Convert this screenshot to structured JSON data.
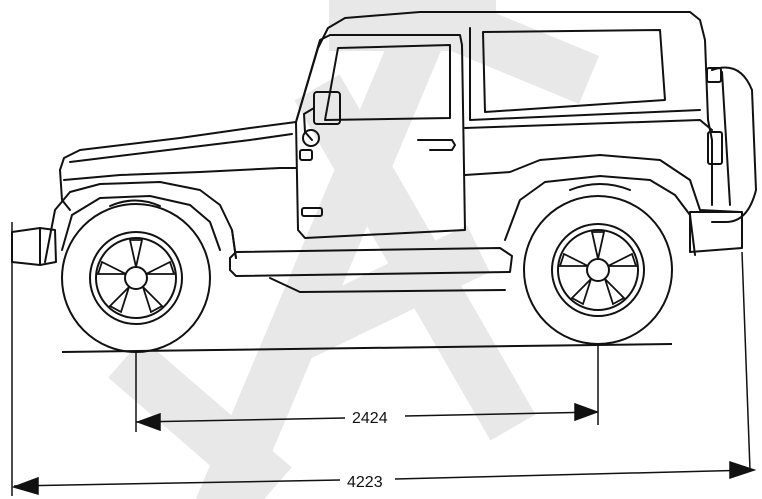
{
  "dimensions": {
    "wheelbase": {
      "label": "2424",
      "value_mm": 2424
    },
    "overall_length": {
      "label": "4223",
      "value_mm": 4223
    }
  },
  "colors": {
    "line": "#111111",
    "watermark": "#d6d6d6",
    "background": "#ffffff"
  },
  "watermark": {
    "text": "TAU"
  }
}
